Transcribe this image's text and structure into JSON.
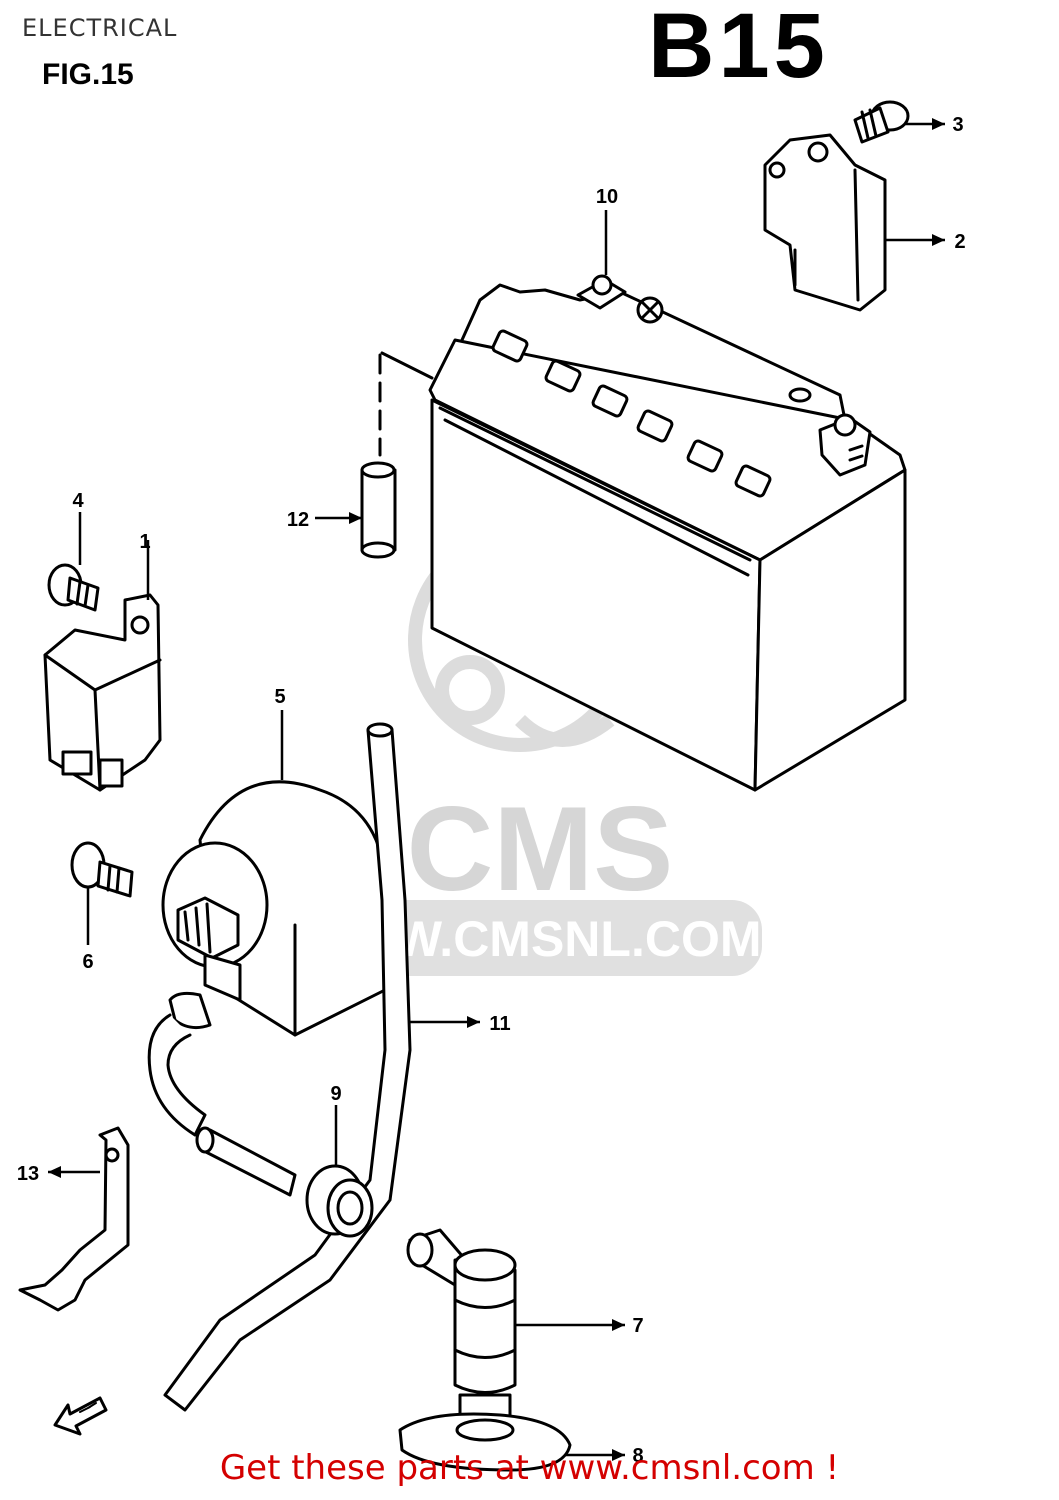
{
  "header": {
    "section_title": "ELECTRICAL",
    "figure_label": "FIG.15",
    "diagram_code": "B15"
  },
  "watermark": {
    "brand": "CMS",
    "url": "WWW.CMSNL.COM"
  },
  "callouts": [
    "1",
    "2",
    "3",
    "4",
    "5",
    "6",
    "7",
    "8",
    "9",
    "10",
    "11",
    "12",
    "13"
  ],
  "footer": {
    "cta": "Get these parts at www.cmsnl.com !"
  },
  "colors": {
    "line": "#000000",
    "watermark": "#d8d8d8",
    "cta": "#d40000"
  }
}
